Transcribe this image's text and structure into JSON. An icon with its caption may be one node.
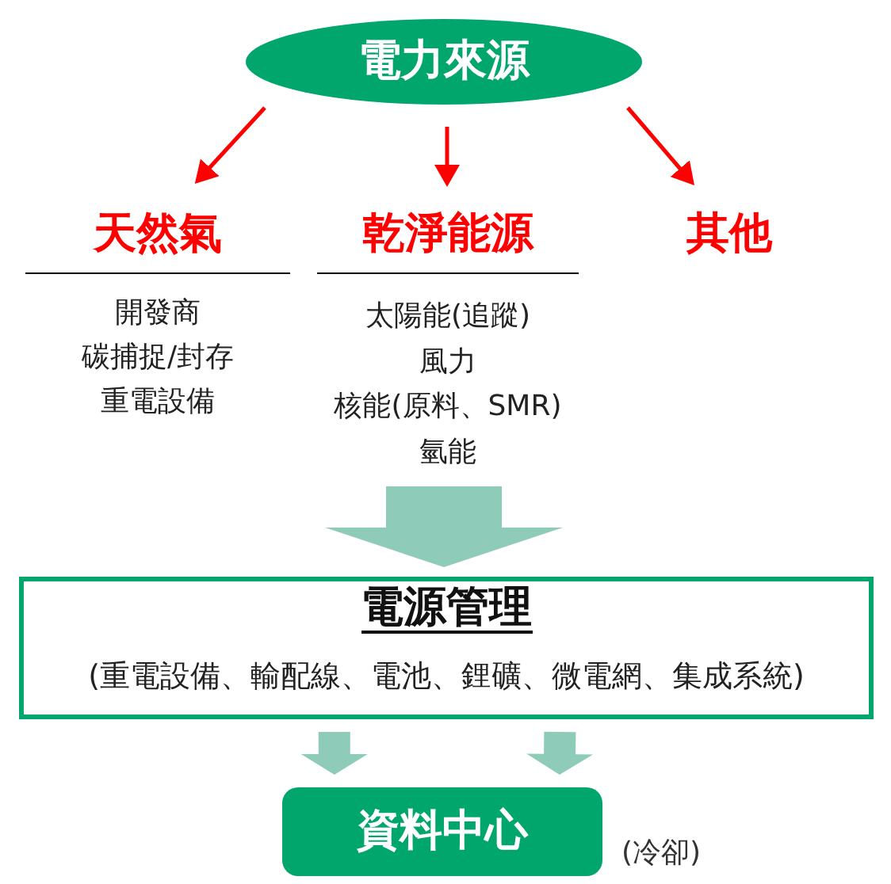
{
  "diagram": {
    "nodes": [
      {
        "text": [
          "電力來源"
        ]
      },
      {
        "text": [
          "天然氣",
          "開發商",
          "碳捕捉/封存",
          "重電設備"
        ]
      },
      {
        "text": [
          "乾淨能源",
          "太陽能(追蹤)",
          "風力",
          "核能(原料、SMR)",
          "氫能"
        ]
      },
      {
        "text": [
          "其他"
        ]
      },
      {
        "text": [
          "電源管理",
          "(重電設備、輸配線、電池、鋰礦、微電網、集成系統)"
        ]
      },
      {
        "text": [
          "資料中心"
        ],
        "beside": [
          "(冷卻)"
        ]
      }
    ],
    "edges": [
      {
        "from": 0,
        "to": 1,
        "arrow": "to",
        "color": "#ff0000"
      },
      {
        "from": 0,
        "to": 2,
        "arrow": "to",
        "color": "#ff0000"
      },
      {
        "from": 0,
        "to": 3,
        "arrow": "to",
        "color": "#ff0000"
      },
      {
        "from": 2,
        "to": 4,
        "arrow": "to",
        "style": "thick",
        "color": "#8ecbb9"
      },
      {
        "from": 4,
        "to": 5,
        "arrow": "to",
        "style": "thick",
        "color": "#8ecbb9"
      },
      {
        "from": 4,
        "to": 5,
        "arrow": "to",
        "style": "thick",
        "color": "#8ecbb9"
      }
    ]
  }
}
